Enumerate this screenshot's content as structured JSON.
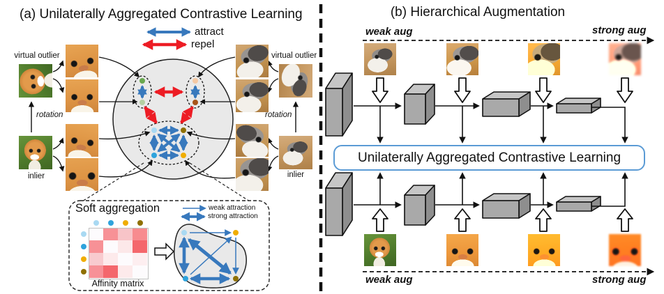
{
  "panel_a": {
    "title": "(a) Unilaterally Aggregated Contrastive Learning",
    "legend": [
      {
        "label": "attract",
        "color": "#3879bd"
      },
      {
        "label": "repel",
        "color": "#ed1c24"
      }
    ],
    "left": {
      "outlier_label": "virtual outlier",
      "rotation_label": "rotation",
      "inlier_label": "inlier"
    },
    "right": {
      "outlier_label": "virtual outlier",
      "rotation_label": "rotation",
      "inlier_label": "inlier"
    },
    "soft_aggregation": {
      "title": "Soft aggregation",
      "legend": [
        {
          "label": "weak attraction",
          "style": "thin-arrow"
        },
        {
          "label": "strong attraction",
          "style": "thick-double-arrow"
        }
      ],
      "matrix_label": "Affinity matrix",
      "node_colors": [
        "#a9d9f2",
        "#2ea3dc",
        "#f0ad00",
        "#8f7000"
      ],
      "matrix_cells": [
        [
          "#fdfbfd",
          "#f79196",
          "#f7c4c8",
          "#f78b8f"
        ],
        [
          "#f79196",
          "#fdfbfd",
          "#fce8e9",
          "#f4676c"
        ],
        [
          "#f8cbcf",
          "#fdeaeb",
          "#fdfbfd",
          "#fdeef0"
        ],
        [
          "#f79197",
          "#f4676c",
          "#fdeaeb",
          "#fdfbfd"
        ]
      ],
      "graph": {
        "nodes": [
          "lightblue",
          "blue",
          "gold",
          "olive"
        ],
        "strong_edges": [
          [
            "lightblue",
            "blue"
          ],
          [
            "lightblue",
            "olive"
          ],
          [
            "blue",
            "olive"
          ]
        ],
        "weak_edges": [
          [
            "lightblue",
            "gold"
          ],
          [
            "gold",
            "olive"
          ],
          [
            "blue",
            "gold"
          ]
        ]
      }
    }
  },
  "panel_b": {
    "title": "(b) Hierarchical Augmentation",
    "top_axis": {
      "left_label": "weak aug",
      "right_label": "strong aug"
    },
    "bottom_axis": {
      "left_label": "weak aug",
      "right_label": "strong aug"
    },
    "center_module": "Unilaterally Aggregated Contrastive Learning",
    "encoder_stages_per_branch": 4
  },
  "colors": {
    "attract": "#3879bd",
    "repel": "#ed1c24",
    "circle_fill": "#e9e9e9",
    "module_border": "#5b9bd5",
    "encoder_front": "#a9a9a9",
    "encoder_top": "#c6c6c6",
    "encoder_side": "#8e8e8e",
    "nodes": {
      "green": "#69a84f",
      "pale_green": "#b4d0a2",
      "peach": "#f4c9a4",
      "brown": "#a65419",
      "lightblue": "#a9d9f2",
      "blue": "#2ea3dc",
      "gold": "#f0ad00",
      "olive": "#8f7000"
    }
  }
}
